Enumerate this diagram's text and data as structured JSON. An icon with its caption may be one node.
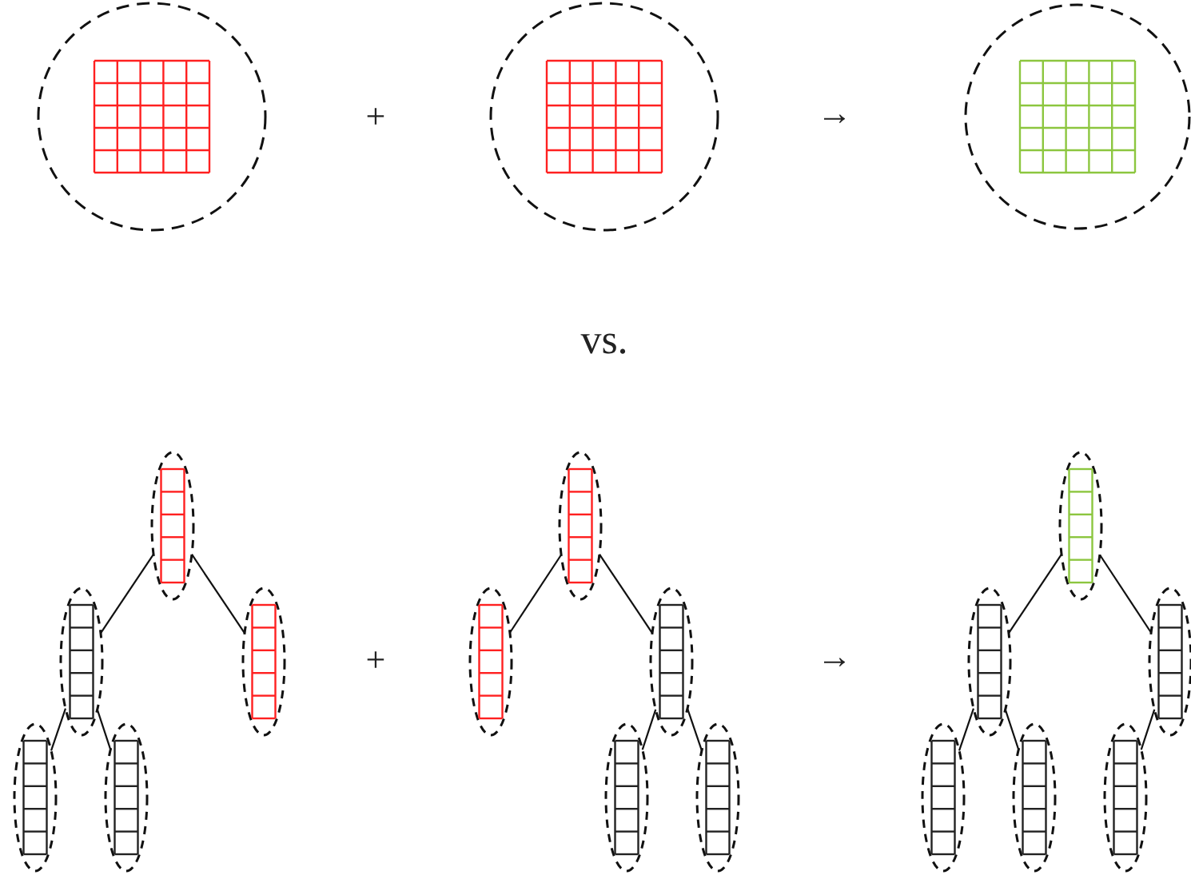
{
  "diagram": {
    "nodes": [
      {
        "text": [],
        "shape": "circle"
      },
      {
        "text": [],
        "shape": "circle"
      },
      {
        "text": [],
        "shape": "circle"
      },
      {
        "text": [],
        "shape": "ellipse"
      },
      {
        "text": [],
        "shape": "ellipse"
      },
      {
        "text": [],
        "shape": "ellipse"
      },
      {
        "text": [],
        "shape": "ellipse"
      },
      {
        "text": [],
        "shape": "ellipse"
      },
      {
        "text": [],
        "shape": "ellipse"
      },
      {
        "text": [],
        "shape": "ellipse"
      },
      {
        "text": [],
        "shape": "ellipse"
      },
      {
        "text": [],
        "shape": "ellipse"
      },
      {
        "text": [],
        "shape": "ellipse"
      },
      {
        "text": [],
        "shape": "ellipse"
      },
      {
        "text": [],
        "shape": "ellipse"
      },
      {
        "text": [],
        "shape": "ellipse"
      },
      {
        "text": [],
        "shape": "ellipse"
      },
      {
        "text": [],
        "shape": "ellipse"
      },
      {
        "text": [],
        "shape": "ellipse"
      }
    ],
    "edges": [
      {
        "from": 3,
        "to": 4,
        "arrow": "none"
      },
      {
        "from": 3,
        "to": 5,
        "arrow": "none"
      },
      {
        "from": 4,
        "to": 6,
        "arrow": "none"
      },
      {
        "from": 4,
        "to": 7,
        "arrow": "none"
      },
      {
        "from": 8,
        "to": 9,
        "arrow": "none"
      },
      {
        "from": 8,
        "to": 10,
        "arrow": "none"
      },
      {
        "from": 10,
        "to": 11,
        "arrow": "none"
      },
      {
        "from": 10,
        "to": 12,
        "arrow": "none"
      },
      {
        "from": 13,
        "to": 14,
        "arrow": "none"
      },
      {
        "from": 13,
        "to": 15,
        "arrow": "none"
      },
      {
        "from": 14,
        "to": 16,
        "arrow": "none"
      },
      {
        "from": 14,
        "to": 17,
        "arrow": "none"
      },
      {
        "from": 15,
        "to": 18,
        "arrow": "none"
      }
    ],
    "labels": [
      "+",
      "→",
      "vs.",
      "+",
      "→"
    ]
  }
}
